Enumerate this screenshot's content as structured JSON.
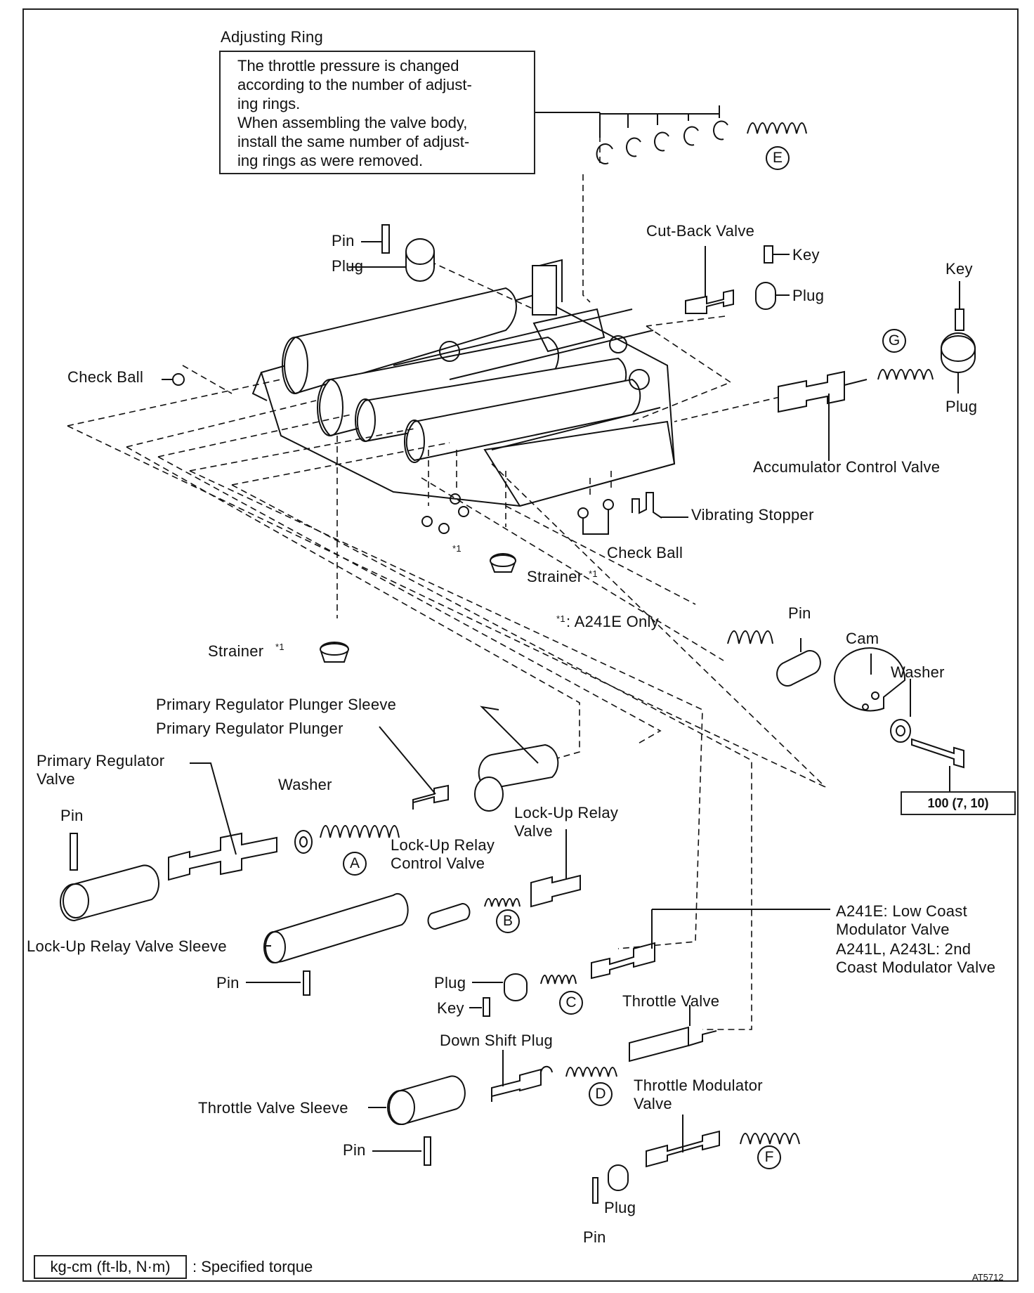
{
  "note": {
    "title": "Adjusting Ring",
    "lines": [
      "The throttle pressure is changed",
      "according to the number of adjust-",
      "ing rings.",
      "When assembling the valve body,",
      "install the same number of adjust-",
      "ing rings as were removed."
    ]
  },
  "labels": {
    "pin_top": "Pin",
    "plug_top": "Plug",
    "cut_back_valve": "Cut-Back Valve",
    "key_cut_back": "Key",
    "plug_cut_back": "Plug",
    "key_right": "Key",
    "plug_right": "Plug",
    "check_ball_left": "Check Ball",
    "accumulator_control_valve": "Accumulator Control Valve",
    "vibrating_stopper": "Vibrating Stopper",
    "check_ball_bottom": "Check Ball",
    "strainer_center": "Strainer",
    "strainer_center_mark": "*1",
    "mark_small": "*1",
    "footnote_mark": "*1",
    "footnote_text": ": A241E Only",
    "strainer_left": "Strainer",
    "strainer_left_mark": "*1",
    "pin_cam": "Pin",
    "cam": "Cam",
    "washer_cam": "Washer",
    "primary_regulator_plunger_sleeve": "Primary Regulator Plunger Sleeve",
    "primary_regulator_plunger": "Primary Regulator Plunger",
    "primary_regulator_valve_1": "Primary Regulator",
    "primary_regulator_valve_2": "Valve",
    "washer_mid": "Washer",
    "pin_left": "Pin",
    "lock_up_relay_valve_1": "Lock-Up Relay",
    "lock_up_relay_valve_2": "Valve",
    "lock_up_relay_control_valve_1": "Lock-Up Relay",
    "lock_up_relay_control_valve_2": "Control Valve",
    "lock_up_relay_valve_sleeve": "Lock-Up Relay Valve Sleeve",
    "pin_sleeve": "Pin",
    "modulator_1": "A241E:   Low Coast",
    "modulator_2": "Modulator Valve",
    "modulator_3": "A241L, A243L:   2nd",
    "modulator_4": "Coast Modulator Valve",
    "plug_c": "Plug",
    "key_c": "Key",
    "throttle_valve": "Throttle Valve",
    "down_shift_plug": "Down Shift Plug",
    "throttle_modulator_valve_1": "Throttle Modulator",
    "throttle_modulator_valve_2": "Valve",
    "throttle_valve_sleeve": "Throttle Valve Sleeve",
    "pin_bottom": "Pin",
    "plug_bottom": "Plug",
    "pin_bottom_2": "Pin"
  },
  "spring_letters": {
    "a": "A",
    "b": "B",
    "c": "C",
    "d": "D",
    "e": "E",
    "f": "F",
    "g": "G"
  },
  "torque_value": "100 (7, 10)",
  "legend": {
    "unit": "kg-cm (ft-lb, N·m)",
    "text": ":  Specified torque"
  },
  "figure_id": "AT5712"
}
